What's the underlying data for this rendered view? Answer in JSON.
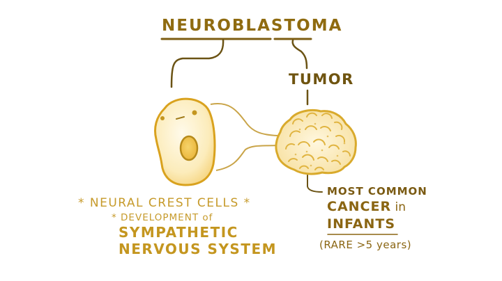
{
  "diagram": {
    "title": "NEUROBLASTOMA",
    "tumor_label": "TUMOR",
    "left_node": {
      "name": "cell",
      "label_main": "* NEURAL CREST CELLS *",
      "label_sub": "* DEVELOPMENT of",
      "label_line3": "SYMPATHETIC",
      "label_line4": "NERVOUS SYSTEM"
    },
    "right_node": {
      "name": "tumor",
      "note_line1": "MOST COMMON",
      "note_line2_main": "CANCER",
      "note_line2_suffix": " in",
      "note_line3": "INFANTS",
      "note_line4": "(RARE >5 years)"
    },
    "colors": {
      "ink_dark": "#6f5410",
      "ink_mid": "#8f6b10",
      "ink_light": "#c4961f",
      "cell_fill": "#fbeab0",
      "cell_outline": "#d9a21e",
      "nucleus_fill": "#f0c24a",
      "tumor_fill": "#fbedc0",
      "tumor_outline": "#d9aa2c",
      "background": "#ffffff"
    }
  }
}
